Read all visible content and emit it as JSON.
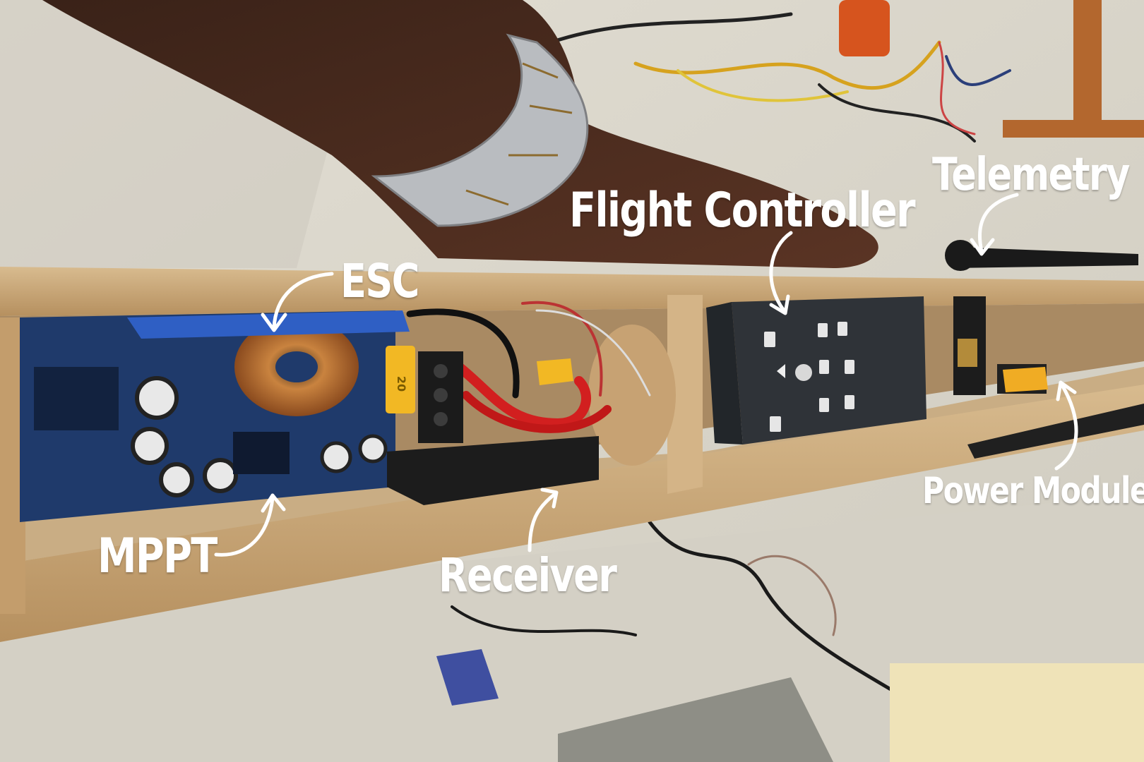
{
  "labels": {
    "esc": "ESC",
    "flight_controller": "Flight Controller",
    "telemetry": "Telemetry",
    "mppt": "MPPT",
    "receiver": "Receiver",
    "power_module": "Power Module"
  },
  "fuse_rating": "20",
  "colors": {
    "annotation": "#ffffff",
    "wood": "#c9a77a",
    "pcb": "#1f3a6b",
    "controller": "#2f3338",
    "connector": "#f2b824"
  }
}
